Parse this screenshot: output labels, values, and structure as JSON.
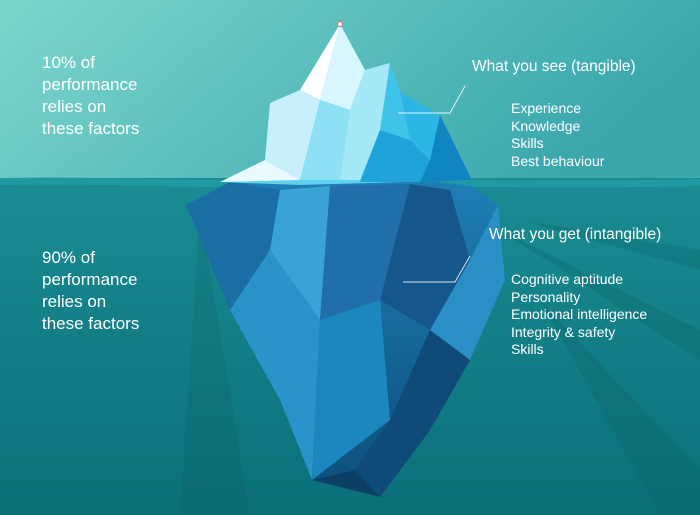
{
  "above": {
    "caption_line1": "10% of",
    "caption_line2": "performance",
    "caption_line3": "relies on",
    "caption_line4": "these factors",
    "heading": "What you see (tangible)",
    "items": [
      "Experience",
      "Knowledge",
      "Skills",
      "Best behaviour"
    ]
  },
  "below": {
    "caption_line1": "90% of",
    "caption_line2": "performance",
    "caption_line3": "relies on",
    "caption_line4": "these factors",
    "heading": "What you get (intangible)",
    "items": [
      "Cognitive aptitude",
      "Personality",
      "Emotional intelligence",
      "Integrity & safety",
      "Skills"
    ]
  },
  "colors": {
    "sky_left": "#7dd7cc",
    "sky_right": "#3aa7ad",
    "water_top": "#1a8c93",
    "water_bottom": "#0b6f78",
    "ice_light": "#e9fbff",
    "ice_mid": "#5fd2ef",
    "ice_deep": "#0d4e7c",
    "text": "#ffffff"
  }
}
